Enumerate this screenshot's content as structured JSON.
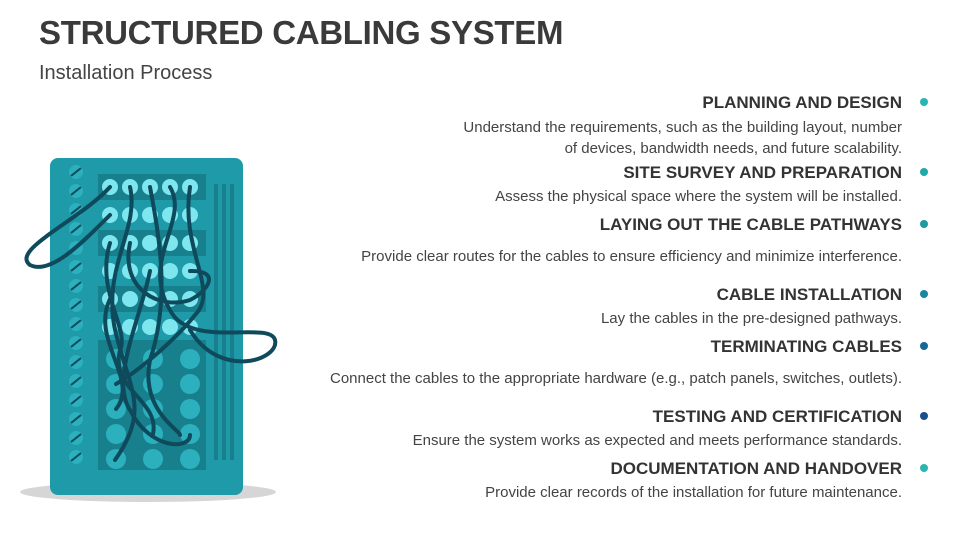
{
  "header": {
    "title": "STRUCTURED CABLING SYSTEM",
    "subtitle": "Installation Process"
  },
  "steps": [
    {
      "title": "PLANNING AND DESIGN",
      "description": "Understand the requirements, such as the building layout, number\nof devices, bandwidth needs, and future scalability.",
      "dot_color": "#2bb5b0"
    },
    {
      "title": "SITE SURVEY AND PREPARATION",
      "description": "Assess the physical space where the system will be installed.",
      "dot_color": "#22a8a8"
    },
    {
      "title": "LAYING OUT THE CABLE PATHWAYS",
      "description": "Provide clear routes for the cables to ensure efficiency and minimize interference.",
      "dot_color": "#1d9aa2"
    },
    {
      "title": "CABLE INSTALLATION",
      "description": "Lay the cables in the pre-designed pathways.",
      "dot_color": "#1a86a0"
    },
    {
      "title": "TERMINATING CABLES",
      "description": "Connect the cables to the appropriate hardware (e.g., patch panels, switches, outlets).",
      "dot_color": "#17679a"
    },
    {
      "title": "TESTING AND CERTIFICATION",
      "description": "Ensure the system works as expected and meets performance standards.",
      "dot_color": "#1a4f8c"
    },
    {
      "title": "DOCUMENTATION AND HANDOVER",
      "description": "Provide clear records of the installation for future maintenance.",
      "dot_color": "#2bb5b0"
    }
  ],
  "illustration": {
    "icon": "server-rack-cables-icon",
    "colors": {
      "rack": "#1e9aa8",
      "panel": "#187f8c",
      "port": "#7ee6ee",
      "port_dark": "#2cb0bd",
      "cable": "#0f4a5c",
      "shadow": "#d6d6d6"
    }
  }
}
